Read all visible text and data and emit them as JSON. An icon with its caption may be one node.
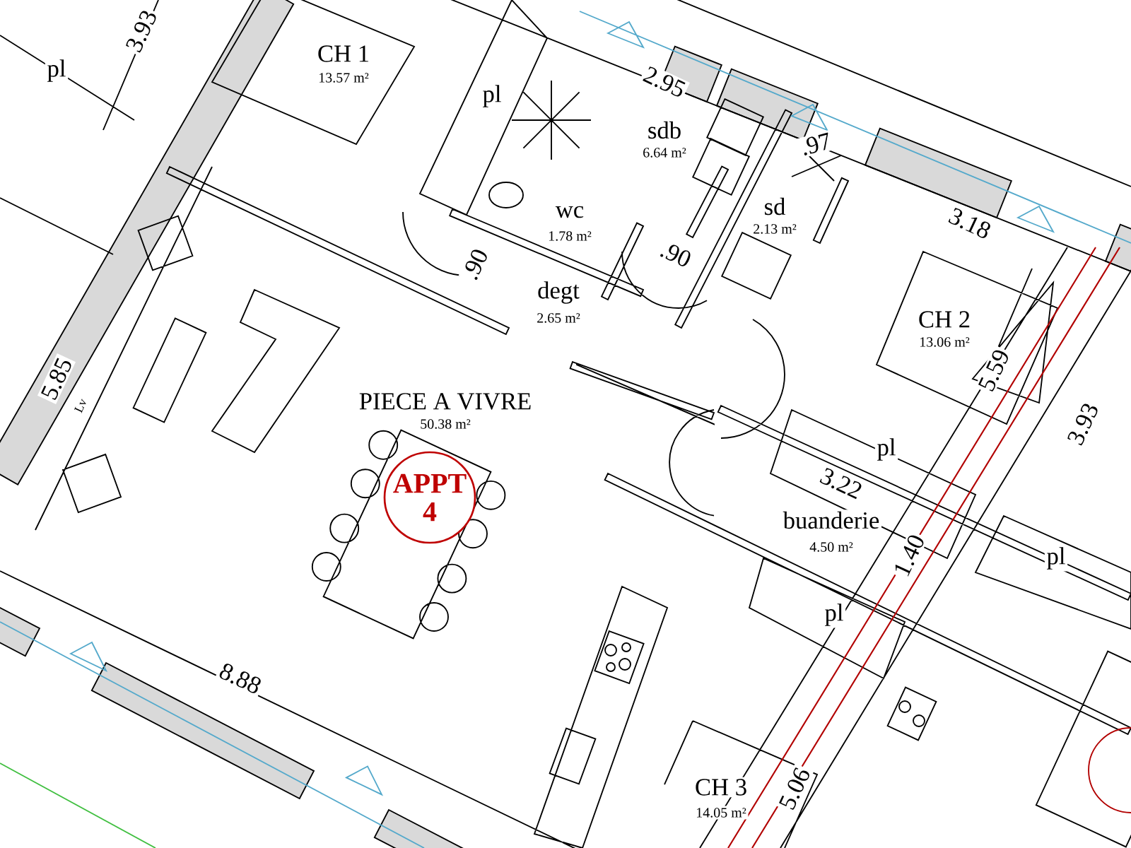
{
  "diagram": {
    "nodes": [
      {
        "text": [
          "APPT 4"
        ]
      }
    ],
    "labels": [
      "3.93",
      "CH 1",
      "13.57 m²",
      "pl",
      "2.95",
      "pl",
      "sdb",
      "6.64 m²",
      ".97",
      "wc",
      "1.78 m²",
      "sd",
      "2.13 m²",
      "3.18",
      ".90",
      ".90",
      "degt",
      "2.65 m²",
      "CH 2",
      "13.06 m²",
      "5.59",
      "5.85",
      "Lv",
      "PIECE A VIVRE",
      "50.38 m²",
      "3.93",
      "pl",
      "3.22",
      "buanderie",
      "4.50 m²",
      "1.40",
      "pl",
      "pl",
      "8.88",
      "CH 3",
      "14.05 m²",
      "5.06"
    ]
  }
}
